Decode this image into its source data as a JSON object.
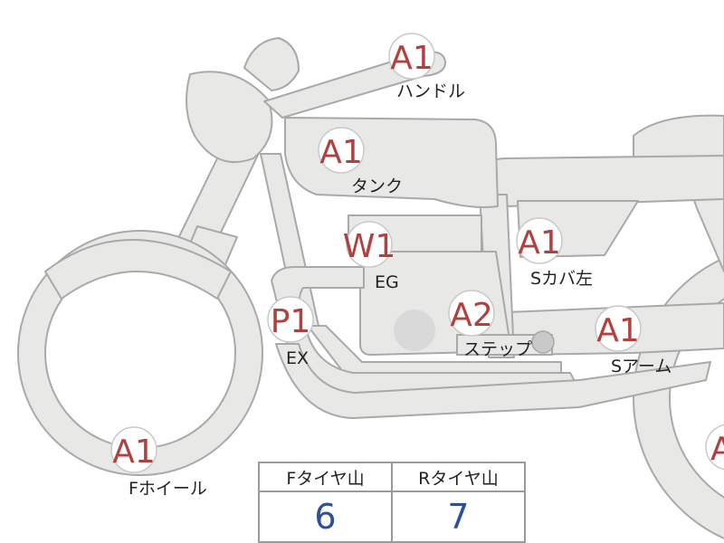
{
  "parts": [
    {
      "id": "handle",
      "grade": "A1",
      "label": "ハンドル"
    },
    {
      "id": "tank",
      "grade": "A1",
      "label": "タンク"
    },
    {
      "id": "engine",
      "grade": "W1",
      "label": "EG"
    },
    {
      "id": "side-cover-left",
      "grade": "A1",
      "label": "Sカバ左"
    },
    {
      "id": "exhaust",
      "grade": "P1",
      "label": "EX"
    },
    {
      "id": "step",
      "grade": "A2",
      "label": "ステップ"
    },
    {
      "id": "swing-arm",
      "grade": "A1",
      "label": "Sアーム"
    },
    {
      "id": "front-wheel",
      "grade": "A1",
      "label": "Fホイール"
    },
    {
      "id": "rear-wheel",
      "grade": "A"
    }
  ],
  "tires": {
    "front_header": "Fタイヤ山",
    "rear_header": "Rタイヤ山",
    "front_value": "6",
    "rear_value": "7"
  },
  "colors": {
    "grade_text": "#b0413e",
    "tire_value": "#2d4f9a",
    "part_fill": "#e8e8e6",
    "part_stroke": "#a9a9a9"
  }
}
